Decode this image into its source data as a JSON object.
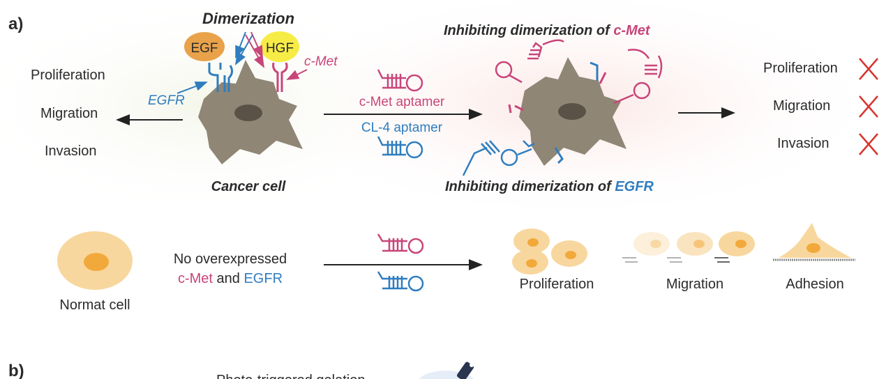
{
  "panel_a": {
    "label": "a)",
    "dimerization": "Dimerization",
    "egf": "EGF",
    "hgf": "HGF",
    "cmet": "c-Met",
    "egfr": "EGFR",
    "cancer_cell": "Cancer cell",
    "left_outcomes": [
      "Proliferation",
      "Migration",
      "Invasion"
    ],
    "cmet_aptamer": "c-Met aptamer",
    "cl4_aptamer": "CL-4 aptamer",
    "inhibit_top_prefix": "Inhibiting dimerization of ",
    "inhibit_top_target": "c-Met",
    "inhibit_bottom_prefix": "Inhibiting dimerization of ",
    "inhibit_bottom_target": "EGFR",
    "right_outcomes": [
      "Proliferation",
      "Migration",
      "Invasion"
    ],
    "normal_cell": "Normat cell",
    "no_overexpressed": "No overexpressed",
    "and_text": " and ",
    "normal_outcomes": [
      "Proliferation",
      "Migration",
      "Adhesion"
    ]
  },
  "panel_b": {
    "label": "b)",
    "photo_text": "Photo-triggered gelation"
  },
  "colors": {
    "cmet": "#c8457a",
    "egfr": "#2f7dbf",
    "cancer_cell": "#8f8676",
    "egf_ball": "#e9a24a",
    "hgf_ball": "#f7ec46",
    "normal_cell": "#f8d79e",
    "normal_nucleus": "#f2a93b",
    "red_cross": "#d8342f"
  }
}
